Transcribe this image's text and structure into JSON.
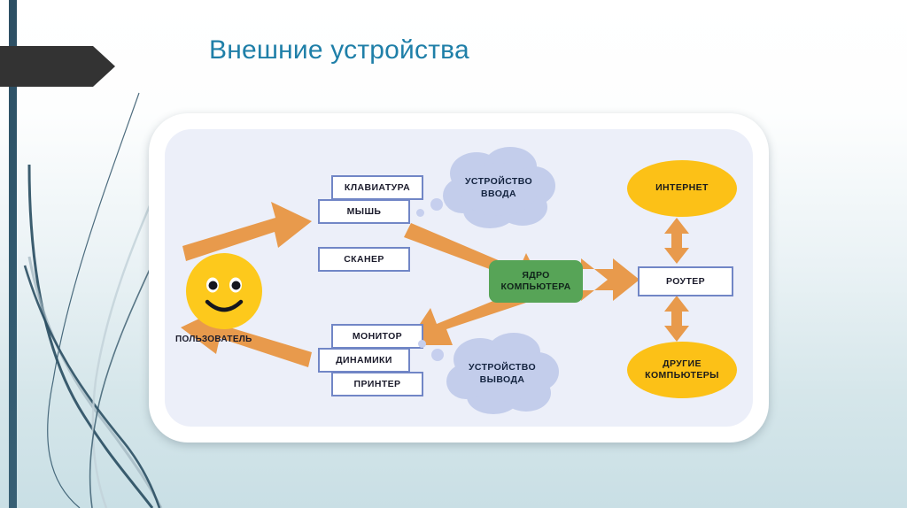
{
  "slide": {
    "title": "Внешние устройства",
    "title_color": "#1f7fa8"
  },
  "colors": {
    "background_top": "#ffffff",
    "background_bottom": "#c9dfe5",
    "panel": "#eceff9",
    "banner": "#333333",
    "stripe": "#31596e",
    "arrow_orange": "#e89a4c",
    "cloud_blue": "#c3cdeb",
    "node_border_blue": "#7186c6",
    "core_green": "#57a457",
    "ellipse_yellow": "#fcc117",
    "smiley_yellow": "#fdc91c"
  },
  "diagram": {
    "user": {
      "label": "ПОЛЬЗОВАТЕЛЬ",
      "icon": "smiley-face-icon"
    },
    "input_devices": {
      "cloud_label": "УСТРОЙСТВО\nВВОДА",
      "cloud_label_line1": "УСТРОЙСТВО",
      "cloud_label_line2": "ВВОДА",
      "items": [
        {
          "label": "КЛАВИАТУРА"
        },
        {
          "label": "МЫШЬ"
        },
        {
          "label": "СКАНЕР"
        }
      ]
    },
    "output_devices": {
      "cloud_label_line1": "УСТРОЙСТВО",
      "cloud_label_line2": "ВЫВОДА",
      "items": [
        {
          "label": "МОНИТОР"
        },
        {
          "label": "ДИНАМИКИ"
        },
        {
          "label": "ПРИНТЕР"
        }
      ]
    },
    "core": {
      "label_line1": "ЯДРО",
      "label_line2": "КОМПЬЮТЕРА"
    },
    "network": {
      "internet": {
        "label": "ИНТЕРНЕТ"
      },
      "router": {
        "label": "РОУТЕР"
      },
      "other_computers_line1": "ДРУГИЕ",
      "other_computers_line2": "КОМПЬЮТЕРЫ"
    }
  }
}
